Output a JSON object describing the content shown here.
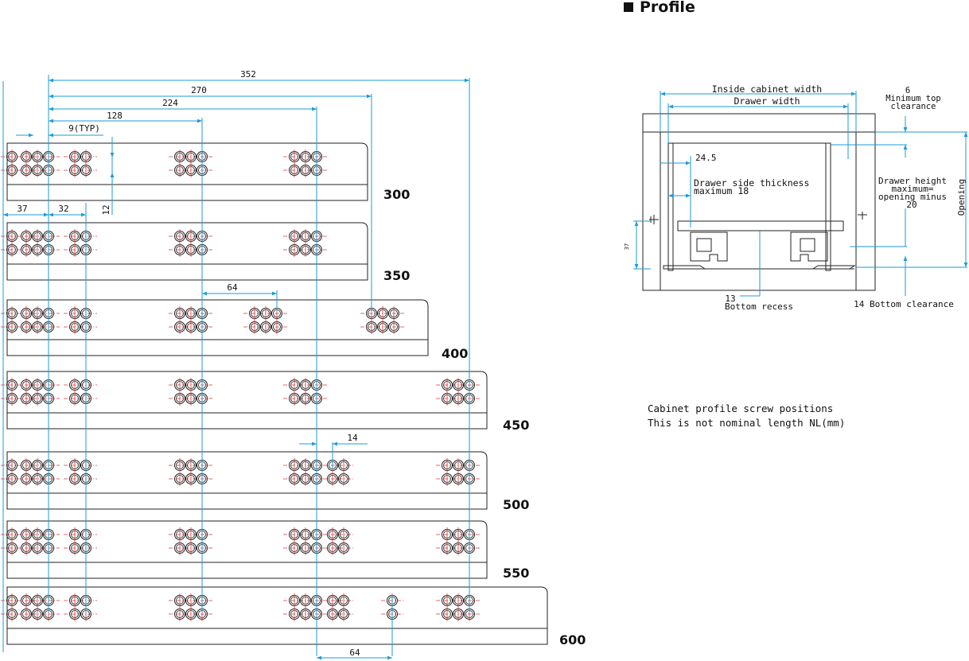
{
  "header": {
    "title": "Profile"
  },
  "rails": [
    {
      "label": "300"
    },
    {
      "label": "350"
    },
    {
      "label": "400"
    },
    {
      "label": "450"
    },
    {
      "label": "500"
    },
    {
      "label": "550"
    },
    {
      "label": "600"
    }
  ],
  "dimensions": {
    "d352": "352",
    "d270": "270",
    "d224": "224",
    "d128": "128",
    "d9typ": "9(TYP)",
    "d37": "37",
    "d32": "32",
    "d12": "12",
    "d64a": "64",
    "d14": "14",
    "d64b": "64"
  },
  "profile": {
    "inside_cabinet_width": "Inside cabinet width",
    "drawer_width": "Drawer width",
    "min_top_value": "6",
    "min_top_line1": "Minimum top",
    "min_top_line2": "clearance",
    "d24_5": "24.5",
    "side_thickness_line1": "Drawer side thickness",
    "side_thickness_line2": "maximum 18",
    "drawer_height_line1": "Drawer height",
    "drawer_height_line2": "maximum=",
    "drawer_height_line3": "opening minus",
    "drawer_height_line4": "20",
    "opening": "Opening",
    "d37": "37",
    "bottom_recess_value": "13",
    "bottom_recess_label": "Bottom recess",
    "bottom_clearance": "14 Bottom clearance"
  },
  "notes": {
    "line1": "Cabinet profile screw positions",
    "line2": "This is not nominal length NL(mm)"
  },
  "colors": {
    "dimension": "#1e9bd7",
    "hole_axis": "#e0343a",
    "outline": "#222222"
  }
}
